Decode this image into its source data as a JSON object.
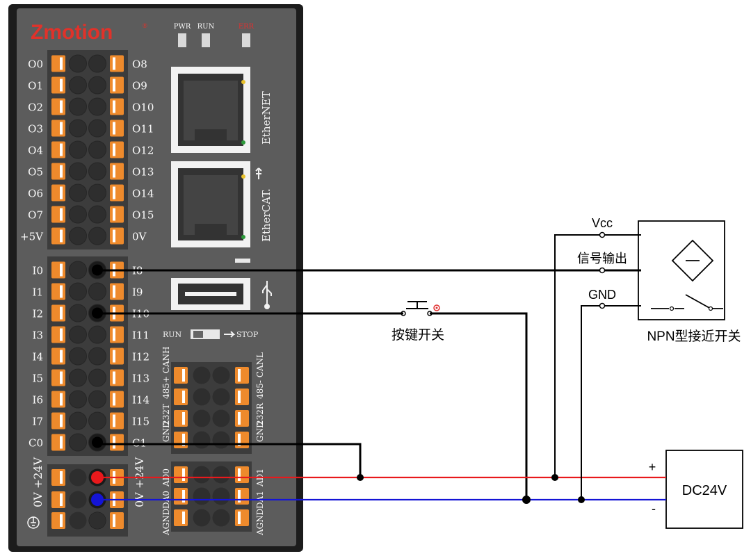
{
  "brand": {
    "name": "Zmotion",
    "reg_mark": "®"
  },
  "leds": [
    "PWR",
    "RUN",
    "ERR"
  ],
  "colors": {
    "housing": "#1c1c1c",
    "panel": "#5c5c5c",
    "terminal_block": "#3c3c3c",
    "terminal_orange": "#ee8a2c",
    "terminal_hole": "#2e2e2e",
    "brand_red": "#e0322a",
    "led_err_red": "#e03030",
    "wire_black": "#000000",
    "wire_red": "#e8191c",
    "wire_blue": "#1414d6",
    "rj45_ethernet_led": "#e8c12c",
    "rj45_link_led": "#2c9a3a"
  },
  "left_block": {
    "outputs_left": [
      "O0",
      "O1",
      "O2",
      "O3",
      "O4",
      "O5",
      "O6",
      "O7",
      "+5V"
    ],
    "outputs_right": [
      "O8",
      "O9",
      "O10",
      "O11",
      "O12",
      "O13",
      "O14",
      "O15",
      "0V"
    ],
    "inputs_left": [
      "I0",
      "I1",
      "I2",
      "I3",
      "I4",
      "I5",
      "I6",
      "I7",
      "C0"
    ],
    "inputs_right": [
      "I8",
      "I9",
      "I10",
      "I11",
      "I12",
      "I13",
      "I14",
      "I15",
      "C1"
    ],
    "power_left": "0V +24V",
    "power_right": "0V +24V",
    "ground_icon": "ground-icon"
  },
  "ports": {
    "ethernet": "EtherNET",
    "ethercat": "EtherCAT.",
    "usb_icon": "usb-icon",
    "run_switch": {
      "left": "RUN",
      "right": "STOP"
    }
  },
  "right_block": {
    "comm_left": [
      "232T",
      "485+ CANH"
    ],
    "comm_left_extra": "GND",
    "comm_right": [
      "232R",
      "485- CANL"
    ],
    "comm_right_extra": "GND",
    "analog_left": [
      "AD0",
      "DA0",
      "AGND"
    ],
    "analog_right": [
      "AD1",
      "DA1",
      "AGND"
    ]
  },
  "external": {
    "button_label": "按键开关",
    "sensor": {
      "label": "NPN型接近开关",
      "pins": [
        "Vcc",
        "信号输出",
        "GND"
      ]
    },
    "psu": {
      "label": "DC24V",
      "plus": "+",
      "minus": "-"
    }
  }
}
